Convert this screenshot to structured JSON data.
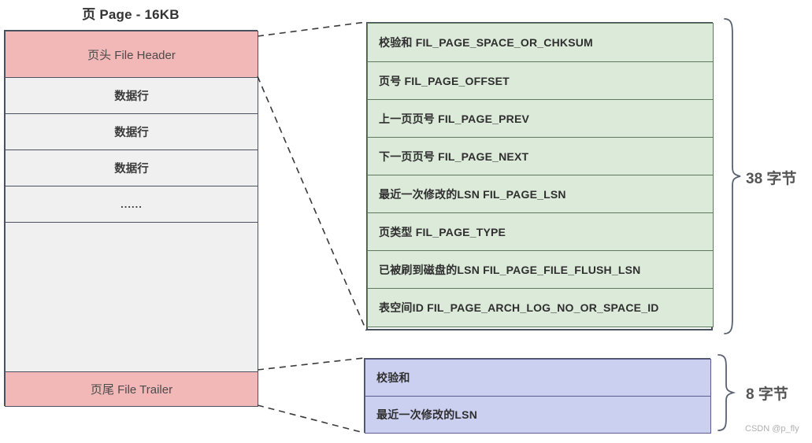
{
  "title": "页 Page - 16KB",
  "page_column": {
    "rows": [
      {
        "label": "页头 File Header",
        "kind": "accent"
      },
      {
        "label": "数据行",
        "kind": "data"
      },
      {
        "label": "数据行",
        "kind": "data"
      },
      {
        "label": "数据行",
        "kind": "data"
      },
      {
        "label": "......",
        "kind": "dots"
      },
      {
        "label": "",
        "kind": "filler"
      },
      {
        "label": "页尾 File Trailer",
        "kind": "accent"
      }
    ]
  },
  "header_detail": {
    "rows": [
      "校验和  FIL_PAGE_SPACE_OR_CHKSUM",
      "页号  FIL_PAGE_OFFSET",
      "上一页页号  FIL_PAGE_PREV",
      "下一页页号  FIL_PAGE_NEXT",
      "最近一次修改的LSN  FIL_PAGE_LSN",
      "页类型  FIL_PAGE_TYPE",
      "已被刷到磁盘的LSN  FIL_PAGE_FILE_FLUSH_LSN",
      "表空间ID  FIL_PAGE_ARCH_LOG_NO_OR_SPACE_ID"
    ],
    "size_label": "38 字节"
  },
  "trailer_detail": {
    "rows": [
      "校验和",
      "最近一次修改的LSN"
    ],
    "size_label": "8 字节"
  },
  "watermark": "CSDN @p_fly",
  "colors": {
    "accent_pink": "#f2b7b7",
    "row_gray": "#f0f0f0",
    "header_green": "#dceada",
    "trailer_blue": "#ccd0f0",
    "outline": "#4a5260",
    "green_outline": "#5d7a5d",
    "blue_outline": "#5a5f8f"
  }
}
